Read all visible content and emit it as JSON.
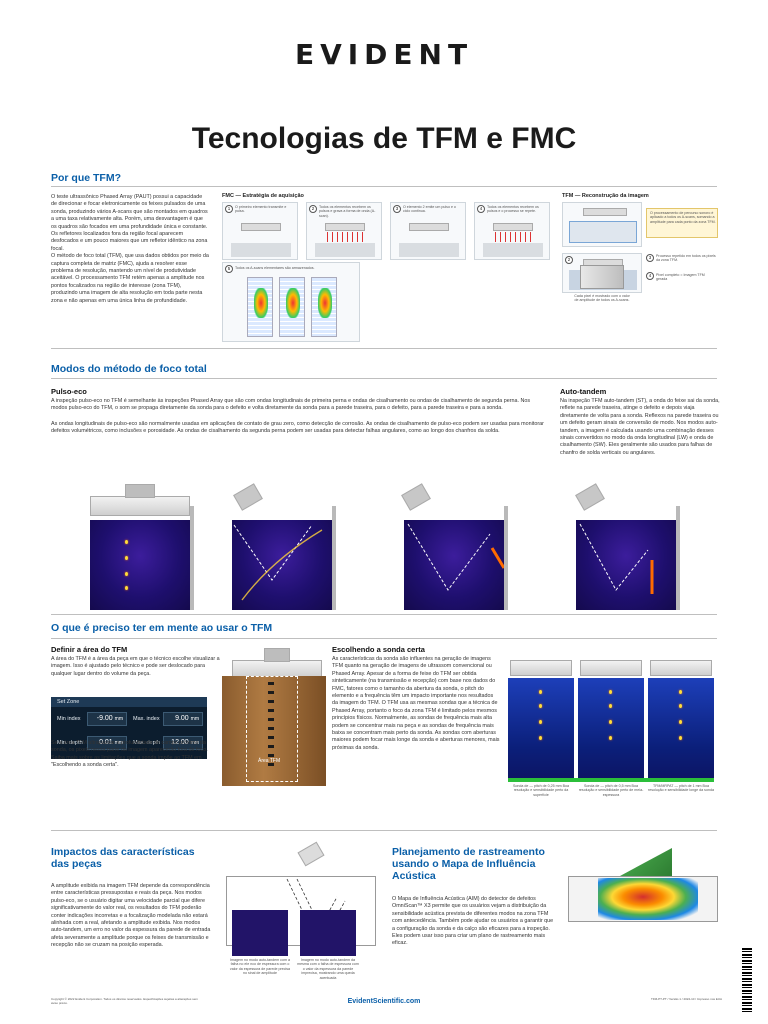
{
  "header": {
    "logo": "EVIDENT",
    "title": "Tecnologias de TFM e FMC"
  },
  "s1": {
    "heading": "Por que TFM?",
    "body": "O teste ultrassônico Phased Array (PAUT) possui a capacidade de direcionar e focar eletronicamente os feixes pulsados de uma sonda, produzindo vários A-scans que são montados em quadros a uma taxa relativamente alta. Porém, uma desvantagem é que os quadros são focados em uma profundidade única e constante. Os refletores localizados fora da região focal aparecem desfocados e um pouco maiores que um refletor idêntico na zona focal.\nO método de foco total (TFM), que usa dados obtidos por meio da captura completa de matriz (FMC), ajuda a resolver esse problema de resolução, mantendo um nível de produtividade aceitável. O processamento TFM retém apenas a amplitude nos pontos focalizados na região de interesse (zona TFM), produzindo uma imagem de alta resolução em toda parte nesta zona e não apenas em uma única linha de profundidade.",
    "fmc_label": "FMC — Estratégia de aquisição",
    "tfm_label": "TFM — Reconstrução da imagem",
    "fmc_steps": [
      "O primeiro elemento transmite e pulsa.",
      "Todos os elementos recebem os pulsos e grava a forma de onda (A-scan).",
      "O elemento 2 emite um pulso e o ciclo continua.",
      "Todos os elementos recebem os pulsos e o processo se repete."
    ],
    "fmc_step5": "Todos os A-scans elementares são armazenados.",
    "tfm_note1": "O processamento de percurso sonoro é aplicado a todos os A-scans, somando a amplitude para cada ponto da zona TFM.",
    "tfm_step2": "Processo repetido em todos os pixels da zona TFM.",
    "tfm_step3": "Pixel completo = Imagem TFM gerada",
    "tfm_caption": "Cada pixel é mostrado com o valor de amplitude de todos os A-scans."
  },
  "s2": {
    "heading": "Modos do método de foco total",
    "pulse_title": "Pulso-eco",
    "pulse_p1": "A inspeção pulso-eco no TFM é semelhante às inspeções Phased Array que são com ondas longitudinais de primeira perna e ondas de cisalhamento ou ondas de cisalhamento de segunda perna. Nos modos pulso-eco do TFM, o som se propaga diretamente da sonda para o defeito e volta diretamente da sonda para a parede traseira, para o defeito, para a parede traseira e para a sonda.",
    "pulse_p2": "As ondas longitudinais de pulso-eco são normalmente usadas em aplicações de contato de grau zero, como detecção de corrosão. As ondas de cisalhamento de pulso-eco podem ser usadas para monitorar defeitos volumétricos, como inclusões e porosidade. As ondas de cisalhamento da segunda perna podem ser usadas para detectar falhas angulares, como ao longo dos chanfros da solda.",
    "tandem_title": "Auto-tandem",
    "tandem_body": "Na inspeção TFM auto-tandem (ST), a onda do feixe sai da sonda, reflete na parede traseira, atinge o defeito e depois viaja diretamente de volta para a sonda. Reflexos na parede traseira ou um defeito geram sinais de conversão de modo. Nos modos auto-tandem, a imagem é calculada usando uma combinação desses sinais convertidos no modo da onda longitudinal (LW) e onda de cisalhamento (SW). Eles geralmente são usados para falhas de chanfro de solda verticais ou angulares."
  },
  "s3": {
    "heading": "O que é preciso ter em mente ao usar o TFM",
    "area_title": "Definir a área do TFM",
    "area_body": "A área do TFM é a área da peça em que o técnico escolhe visualizar a imagem. Isso é ajustado pelo técnico e pode ser deslocado para qualquer lugar dentro do volume da peça.",
    "setzone": {
      "title": "Set Zone",
      "min_index_label": "Min index",
      "min_index": "-9.00",
      "max_index_label": "Max. index",
      "max_index": "9.00",
      "min_depth_label": "Min. depth",
      "min_depth": "0.01",
      "max_depth_label": "Max. depth",
      "max_depth": "12.00",
      "unit": "mm"
    },
    "area_note": "Se a área TFM ultrapassar a profundidade de campo próximo da sonda, os pixels nessa parte da imagem aparecerão fora de foco. Saiba mais sobre as limitações que a sonda impõe ao TFM em \"Escolhendo a sonda certa\".",
    "zone_label": "Área TFM",
    "probe_title": "Escolhendo a sonda certa",
    "probe_body": "As características da sonda são influentes na geração de imagens TFM quanto na geração de imagens de ultrassom convencional ou Phased Array. Apesar de a forma de feixe do TFM ser obtida sinteticamente (na transmissão e recepção) com base nos dados do FMC, fatores como o tamanho da abertura da sonda, o pitch do elemento e a frequência têm um impacto importante nos resultados da imagem do TFM. O TFM usa as mesmas sondas que a técnica de Phased Array, portanto o foco da zona TFM é limitado pelos mesmos princípios físicos. Normalmente, as sondas de frequência mais alta podem se concentrar mais na peça e as sondas de frequência mais baixa se concentram mais perto da sonda. As sondas com aberturas maiores podem focar mais longe da sonda e aberturas menores, mais próximas da sonda.",
    "probe_caps": [
      "Sonda de — pitch de 0,25 mm Boa resolução e sensibilidade perto da superfície",
      "Sonda de — pitch de 0,5 mm Boa resolução e sensibilidade perto de meia-espessura",
      "TFM/MRPAT — pitch de 1 mm Boa resolução e sensibilidade longe da sonda"
    ]
  },
  "s4": {
    "heading": "Impactos das características das peças",
    "body": "A amplitude exibida na imagem TFM depende da correspondência entre características pressupostas e reais da peça. Nos modos pulso-eco, se o usuário digitar uma velocidade parcial que difere significativamente do valor real, os resultados do TFM poderão conter indicações incorretas e a focalização modelada não estará alinhada com a real, afetando a amplitude exibida. Nos modos auto-tandem, um erro no valor da espessura da parede de entrada afeta severamente a amplitude porque os feixes de transmissão e recepção não se cruzam na posição esperada.",
    "caps": [
      "Imagem no modo auto-tandem com a falha no ele nco de espessura com o valor da espessura de parede precisa no sinal de amplitude",
      "Imagem no modo auto-tandem da mesma com o falha de espessura com o valor da espessura da parede imprecisa, mostrando uma queda acentuada"
    ]
  },
  "s5": {
    "heading": "Planejamento de rastreamento usando o Mapa de Influência Acústica",
    "body": "O Mapa de Influência Acústica (AIM) do detector de defeitos OmniScan™ X3 permite que os usuários vejam a distribuição da sensibilidade acústica prevista de diferentes modos na zona TFM com antecedência. Também pode ajudar os usuários a garantir que a configuração da sonda e da calço são eficazes para a inspeção. Eles podem usar isso para criar um plano de rastreamento mais eficaz."
  },
  "footer": {
    "url": "EvidentScientific.com",
    "legal_left": "Copyright © 2022 Evident Corporation. Todos os direitos reservados. Especificações sujeitas a alterações sem aviso prévio.",
    "legal_right": "TFM-PT-PT / Versão 1 / 2022-10 / Impresso nos EUA"
  },
  "colors": {
    "accent": "#0a5fa8",
    "rule": "#bfbfbf",
    "scan": "#1e0f6e"
  },
  "icons": [
    "probe-icon",
    "arrow-icon",
    "qr-code-icon"
  ]
}
